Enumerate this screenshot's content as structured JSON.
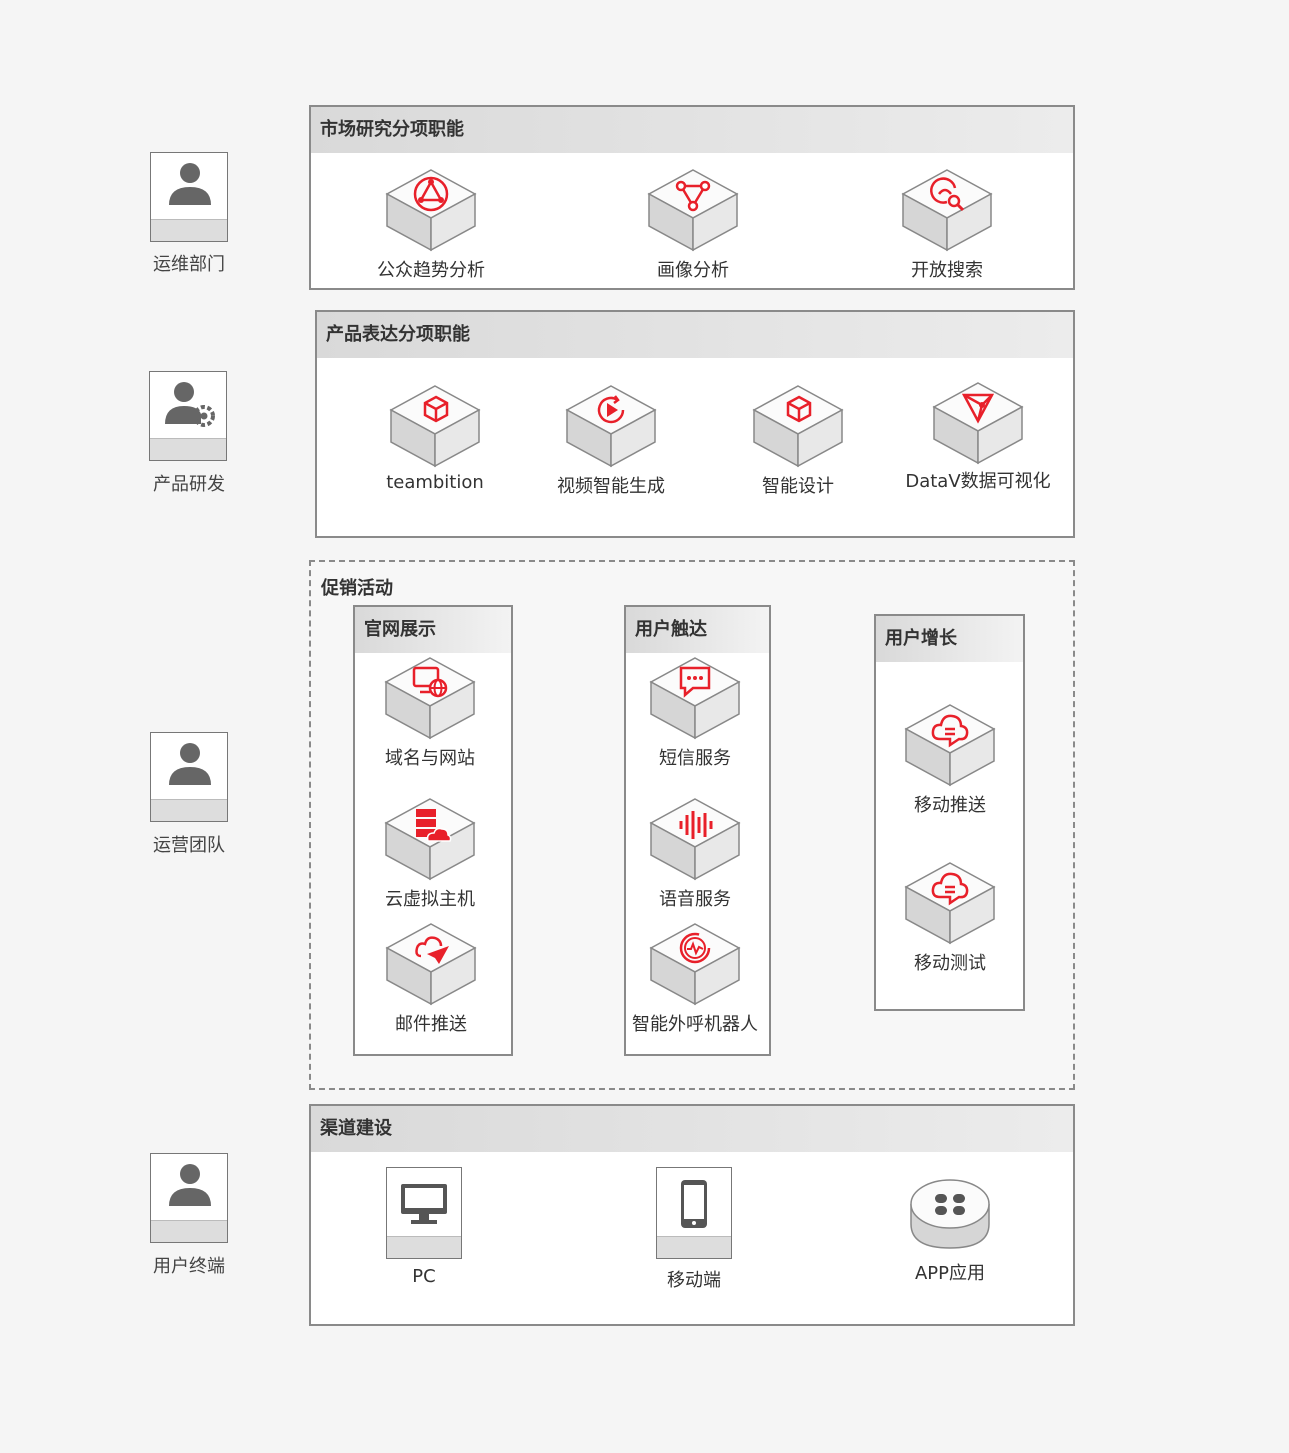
{
  "roles": [
    {
      "label": "运维部门",
      "icon": "person-icon"
    },
    {
      "label": "产品研发",
      "icon": "person-gear-icon"
    },
    {
      "label": "运营团队",
      "icon": "person-icon"
    },
    {
      "label": "用户终端",
      "icon": "person-icon"
    }
  ],
  "market": {
    "title": "市场研究分项职能",
    "items": [
      {
        "label": "公众趋势分析",
        "icon": "network-triangle-icon"
      },
      {
        "label": "画像分析",
        "icon": "graph-nodes-icon"
      },
      {
        "label": "开放搜索",
        "icon": "search-icon"
      }
    ]
  },
  "product": {
    "title": "产品表达分项职能",
    "items": [
      {
        "label": "teambition",
        "icon": "box-3d-icon"
      },
      {
        "label": "视频智能生成",
        "icon": "video-play-icon"
      },
      {
        "label": "智能设计",
        "icon": "box-3d-icon"
      },
      {
        "label": "DataV数据可视化",
        "icon": "triangle-network-icon"
      }
    ]
  },
  "promo": {
    "title": "促销活动",
    "groups": [
      {
        "title": "官网展示",
        "items": [
          {
            "label": "域名与网站",
            "icon": "monitor-globe-icon"
          },
          {
            "label": "云虚拟主机",
            "icon": "server-cloud-icon"
          },
          {
            "label": "邮件推送",
            "icon": "cloud-plane-icon"
          }
        ]
      },
      {
        "title": "用户触达",
        "items": [
          {
            "label": "短信服务",
            "icon": "chat-bubble-icon"
          },
          {
            "label": "语音服务",
            "icon": "sound-wave-icon"
          },
          {
            "label": "智能外呼机器人",
            "icon": "phone-pulse-icon"
          }
        ]
      },
      {
        "title": "用户增长",
        "items": [
          {
            "label": "移动推送",
            "icon": "cloud-message-icon"
          },
          {
            "label": "移动测试",
            "icon": "cloud-message-icon"
          }
        ]
      }
    ]
  },
  "channel": {
    "title": "渠道建设",
    "items": [
      {
        "label": "PC",
        "icon": "monitor-icon"
      },
      {
        "label": "移动端",
        "icon": "smartphone-icon"
      },
      {
        "label": "APP应用",
        "icon": "app-grid-icon"
      }
    ]
  },
  "colors": {
    "accent": "#e8202a",
    "border": "#8a8a8a",
    "header": "#d9d9d9"
  }
}
